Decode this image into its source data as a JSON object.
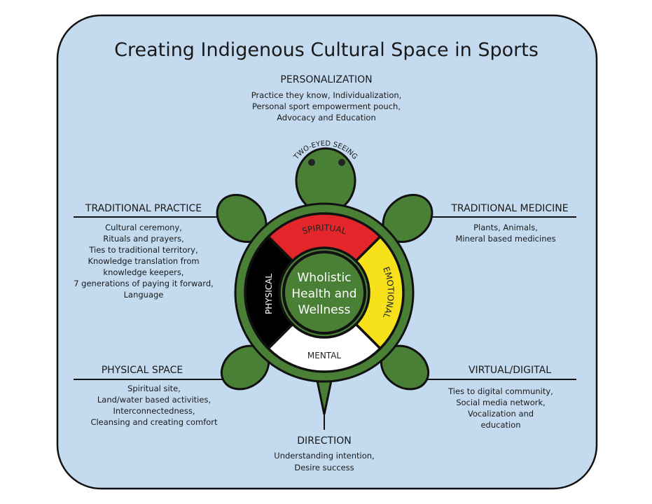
{
  "title": "Creating Indigenous Cultural Space in Sports",
  "colors": {
    "background": "#c3daef",
    "turtle": "#4a7f36",
    "spiritual": "#e3262a",
    "emotional": "#f7e11a",
    "mental": "#ffffff",
    "physical": "#000000"
  },
  "turtle": {
    "head_label": "TWO-EYED SEEING",
    "center": [
      "Wholistic",
      "Health and",
      "Wellness"
    ],
    "segments": {
      "spiritual": "SPIRITUAL",
      "emotional": "EMOTIONAL",
      "mental": "MENTAL",
      "physical": "PHYSICAL"
    }
  },
  "sections": {
    "personalization": {
      "heading": "PERSONALIZATION",
      "lines": [
        "Practice they know, Individualization,",
        "Personal sport empowerment pouch,",
        "Advocacy and Education"
      ]
    },
    "traditional_practice": {
      "heading": "TRADITIONAL PRACTICE",
      "lines": [
        "Cultural ceremony,",
        "Rituals and prayers,",
        "Ties to traditional territory,",
        "Knowledge translation from",
        "knowledge keepers,",
        "7 generations of paying it forward,",
        "Language"
      ]
    },
    "traditional_medicine": {
      "heading": "TRADITIONAL MEDICINE",
      "lines": [
        "Plants, Animals,",
        "Mineral based medicines"
      ]
    },
    "physical_space": {
      "heading": "PHYSICAL SPACE",
      "lines": [
        "Spiritual site,",
        "Land/water based activities,",
        "Interconnectedness,",
        "Cleansing and creating comfort"
      ]
    },
    "virtual_digital": {
      "heading": "VIRTUAL/DIGITAL",
      "lines": [
        "Ties to digital community,",
        "Social media network,",
        "Vocalization and",
        "education"
      ]
    },
    "direction": {
      "heading": "DIRECTION",
      "lines": [
        "Understanding intention,",
        "Desire success"
      ]
    }
  }
}
